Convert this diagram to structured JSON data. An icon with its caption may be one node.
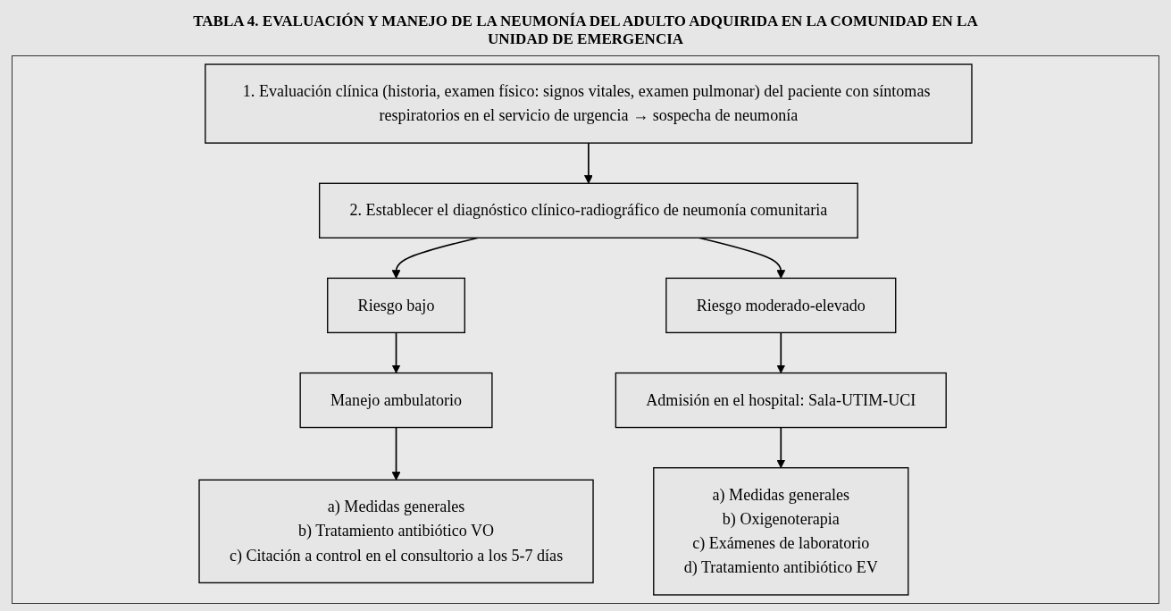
{
  "diagram": {
    "title": "TABLA 4. EVALUACIÓN Y MANEJO DE LA NEUMONÍA DEL ADULTO ADQUIRIDA EN LA COMUNIDAD EN LA UNIDAD DE EMERGENCIA",
    "nodes": [
      {
        "text": [
          "1. Evaluación clínica (historia, examen físico: signos vitales, examen pulmonar) del paciente con síntomas respiratorios en el servicio de urgencia → sospecha de neumonía"
        ]
      },
      {
        "text": [
          "2. Establecer el diagnóstico clínico-radiográfico de neumonía comunitaria"
        ]
      },
      {
        "text": [
          "Riesgo bajo"
        ]
      },
      {
        "text": [
          "Riesgo moderado-elevado"
        ]
      },
      {
        "text": [
          "Manejo ambulatorio"
        ]
      },
      {
        "text": [
          "Admisión en el hospital: Sala-UTIM-UCI"
        ]
      },
      {
        "text": [
          "a) Medidas generales",
          "b) Tratamiento antibiótico VO",
          "c) Citación a control en el consultorio a los 5-7 días"
        ]
      },
      {
        "text": [
          "a) Medidas generales",
          "b) Oxigenoterapia",
          "c) Exámenes de laboratorio",
          "d) Tratamiento antibiótico EV"
        ]
      }
    ],
    "edges": [
      {
        "from": 0,
        "to": 1,
        "arrow": "to"
      },
      {
        "from": 1,
        "to": 2,
        "arrow": "to"
      },
      {
        "from": 1,
        "to": 3,
        "arrow": "to"
      },
      {
        "from": 2,
        "to": 4,
        "arrow": "to"
      },
      {
        "from": 3,
        "to": 5,
        "arrow": "to"
      },
      {
        "from": 4,
        "to": 6,
        "arrow": "to"
      },
      {
        "from": 5,
        "to": 7,
        "arrow": "to"
      }
    ]
  }
}
